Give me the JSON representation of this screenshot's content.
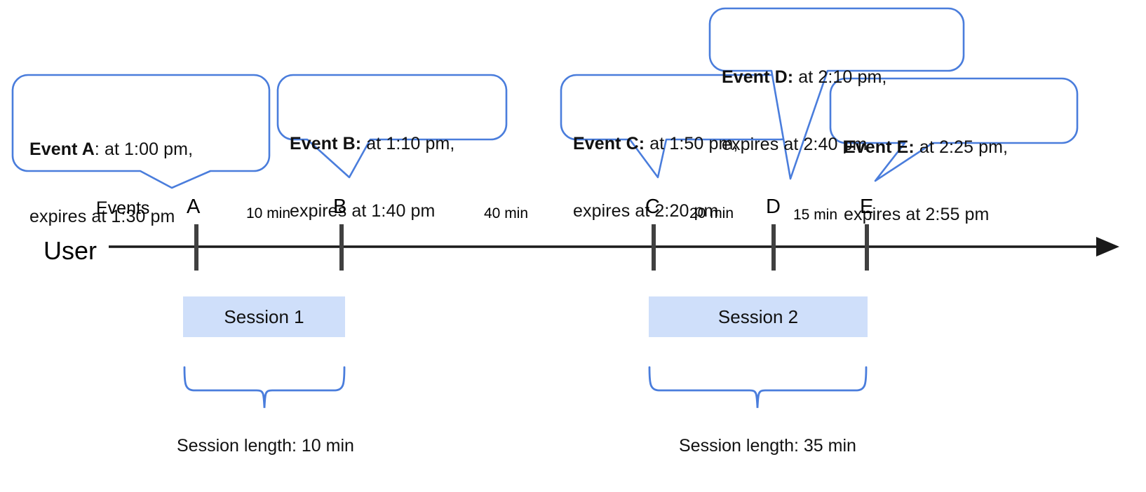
{
  "diagram": {
    "title_row_label": "Events",
    "lane_label": "User",
    "axis": {
      "arrow_direction": "right"
    },
    "colors": {
      "callout_border": "#4a7ddc",
      "session_fill": "#cfdffa",
      "brace": "#4a7ddc",
      "tick": "#404040",
      "axis": "#1a1a1a"
    }
  },
  "callouts": [
    {
      "id": "A",
      "bold": "Event A",
      "sep": ":",
      "line1_rest": " at 1:00 pm,",
      "line2": "expires at 1:30 pm",
      "event_time": "1:00 pm",
      "expires_time": "1:30 pm"
    },
    {
      "id": "B",
      "bold": "Event B:",
      "sep": "",
      "line1_rest": " at 1:10 pm,",
      "line2": "expires at 1:40 pm",
      "event_time": "1:10 pm",
      "expires_time": "1:40 pm"
    },
    {
      "id": "C",
      "bold": "Event C:",
      "sep": "",
      "line1_rest": " at 1:50 pm,",
      "line2": "expires at 2:20 pm",
      "event_time": "1:50 pm",
      "expires_time": "2:20 pm"
    },
    {
      "id": "D",
      "bold": "Event D:",
      "sep": "",
      "line1_rest": " at 2:10 pm,",
      "line2": "expires at 2:40 pm",
      "event_time": "2:10 pm",
      "expires_time": "2:40 pm"
    },
    {
      "id": "E",
      "bold": "Event E:",
      "sep": "",
      "line1_rest": " at 2:25 pm,",
      "line2": "expires at 2:55 pm",
      "event_time": "2:25 pm",
      "expires_time": "2:55 pm"
    }
  ],
  "events": [
    {
      "letter": "A"
    },
    {
      "letter": "B"
    },
    {
      "letter": "C"
    },
    {
      "letter": "D"
    },
    {
      "letter": "E"
    }
  ],
  "intervals": [
    {
      "label": "10 min",
      "from": "A",
      "to": "B"
    },
    {
      "label": "40 min",
      "from": "B",
      "to": "C"
    },
    {
      "label": "20 min",
      "from": "C",
      "to": "D"
    },
    {
      "label": "15 min",
      "from": "D",
      "to": "E"
    }
  ],
  "sessions": [
    {
      "name": "Session 1",
      "length_label": "Session length: 10 min",
      "length_min": 10,
      "events": [
        "A",
        "B"
      ]
    },
    {
      "name": "Session 2",
      "length_label": "Session length: 35 min",
      "length_min": 35,
      "events": [
        "C",
        "D",
        "E"
      ]
    }
  ],
  "chart_data": {
    "type": "timeline",
    "title": "",
    "xlabel": "",
    "ylabel": "",
    "lane": "User",
    "event_points": [
      {
        "letter": "A",
        "time": "1:00 pm",
        "expires": "1:30 pm"
      },
      {
        "letter": "B",
        "time": "1:10 pm",
        "expires": "1:40 pm"
      },
      {
        "letter": "C",
        "time": "1:50 pm",
        "expires": "2:20 pm"
      },
      {
        "letter": "D",
        "time": "2:10 pm",
        "expires": "2:40 pm"
      },
      {
        "letter": "E",
        "time": "2:25 pm",
        "expires": "2:55 pm"
      }
    ],
    "gaps_min": [
      10,
      40,
      20,
      15
    ],
    "sessions": [
      {
        "name": "Session 1",
        "start": "1:00 pm",
        "end": "1:10 pm",
        "length_min": 10
      },
      {
        "name": "Session 2",
        "start": "1:50 pm",
        "end": "2:25 pm",
        "length_min": 35
      }
    ]
  }
}
